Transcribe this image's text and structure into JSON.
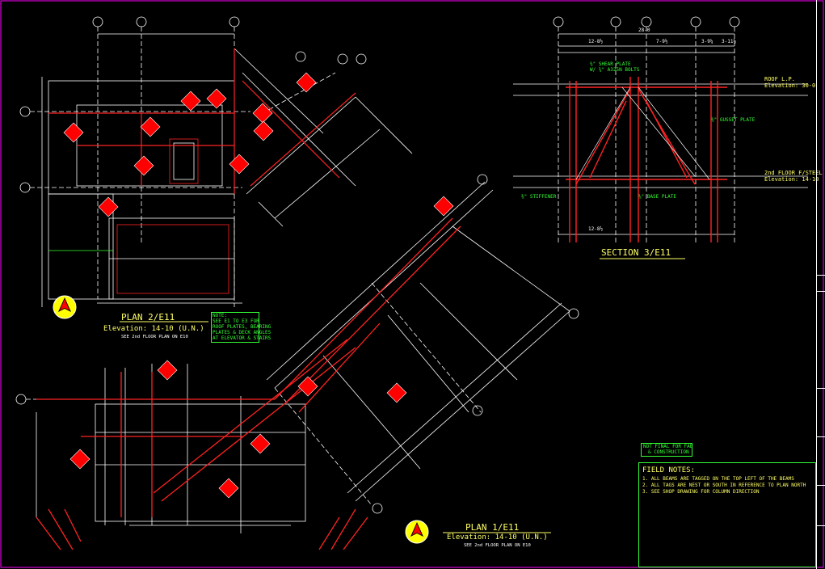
{
  "section": {
    "title": "SECTION 3/E11",
    "roof_label": "ROOF L.P.",
    "roof_elev": "Elevation: 30-0",
    "floor_label": "2nd FLOOR F/STEEL",
    "floor_elev": "Elevation: 14-10",
    "dims_top": [
      "12-8½",
      "7-9½",
      "3-9¼",
      "3-11½"
    ],
    "dim_overall": "28-0",
    "dim_bottom": "12-8½",
    "callouts": [
      "⅜\" SHEAR PLATE",
      "W/ ¾\" A325N BOLTS",
      "⅜\" GUSSET PLATE",
      "⅜\" STIFFENER",
      "⅜\" BASE PLATE"
    ]
  },
  "plan2": {
    "title": "PLAN 2/E11",
    "elevation": "Elevation: 14-10 (U.N.)",
    "ref": "SEE 2nd FLOOR PLAN ON E10",
    "note": [
      "NOTE:",
      "SEE E1 TO E3 FOR",
      "ROOF PLATES, BEARING",
      "PLATES & DECK ANGLES",
      "AT ELEVATOR & STAIRS"
    ]
  },
  "plan1": {
    "title": "PLAN 1/E11",
    "elevation": "Elevation: 14-10 (U.N.)",
    "ref": "SEE 2nd FLOOR PLAN ON E10"
  },
  "field_notes": {
    "heading": "FIELD NOTES:",
    "items": [
      "1. ALL BEAMS ARE TAGGED ON THE TOP LEFT OF THE BEAMS",
      "2. ALL TAGS ARE NEST OR SOUTH IN REFERENCE TO PLAN NORTH",
      "3. SEE SHOP DRAWING FOR COLUMN DIRECTION"
    ]
  },
  "stamp": [
    "NOT FINAL FOR FAB",
    "& CONSTRUCTION"
  ],
  "colors": {
    "grid": "#ffffff",
    "steel": "#ff2222",
    "text": "#33ff33",
    "title": "#ffff66",
    "tag": "#ff0000",
    "border": "#ff00ff"
  }
}
